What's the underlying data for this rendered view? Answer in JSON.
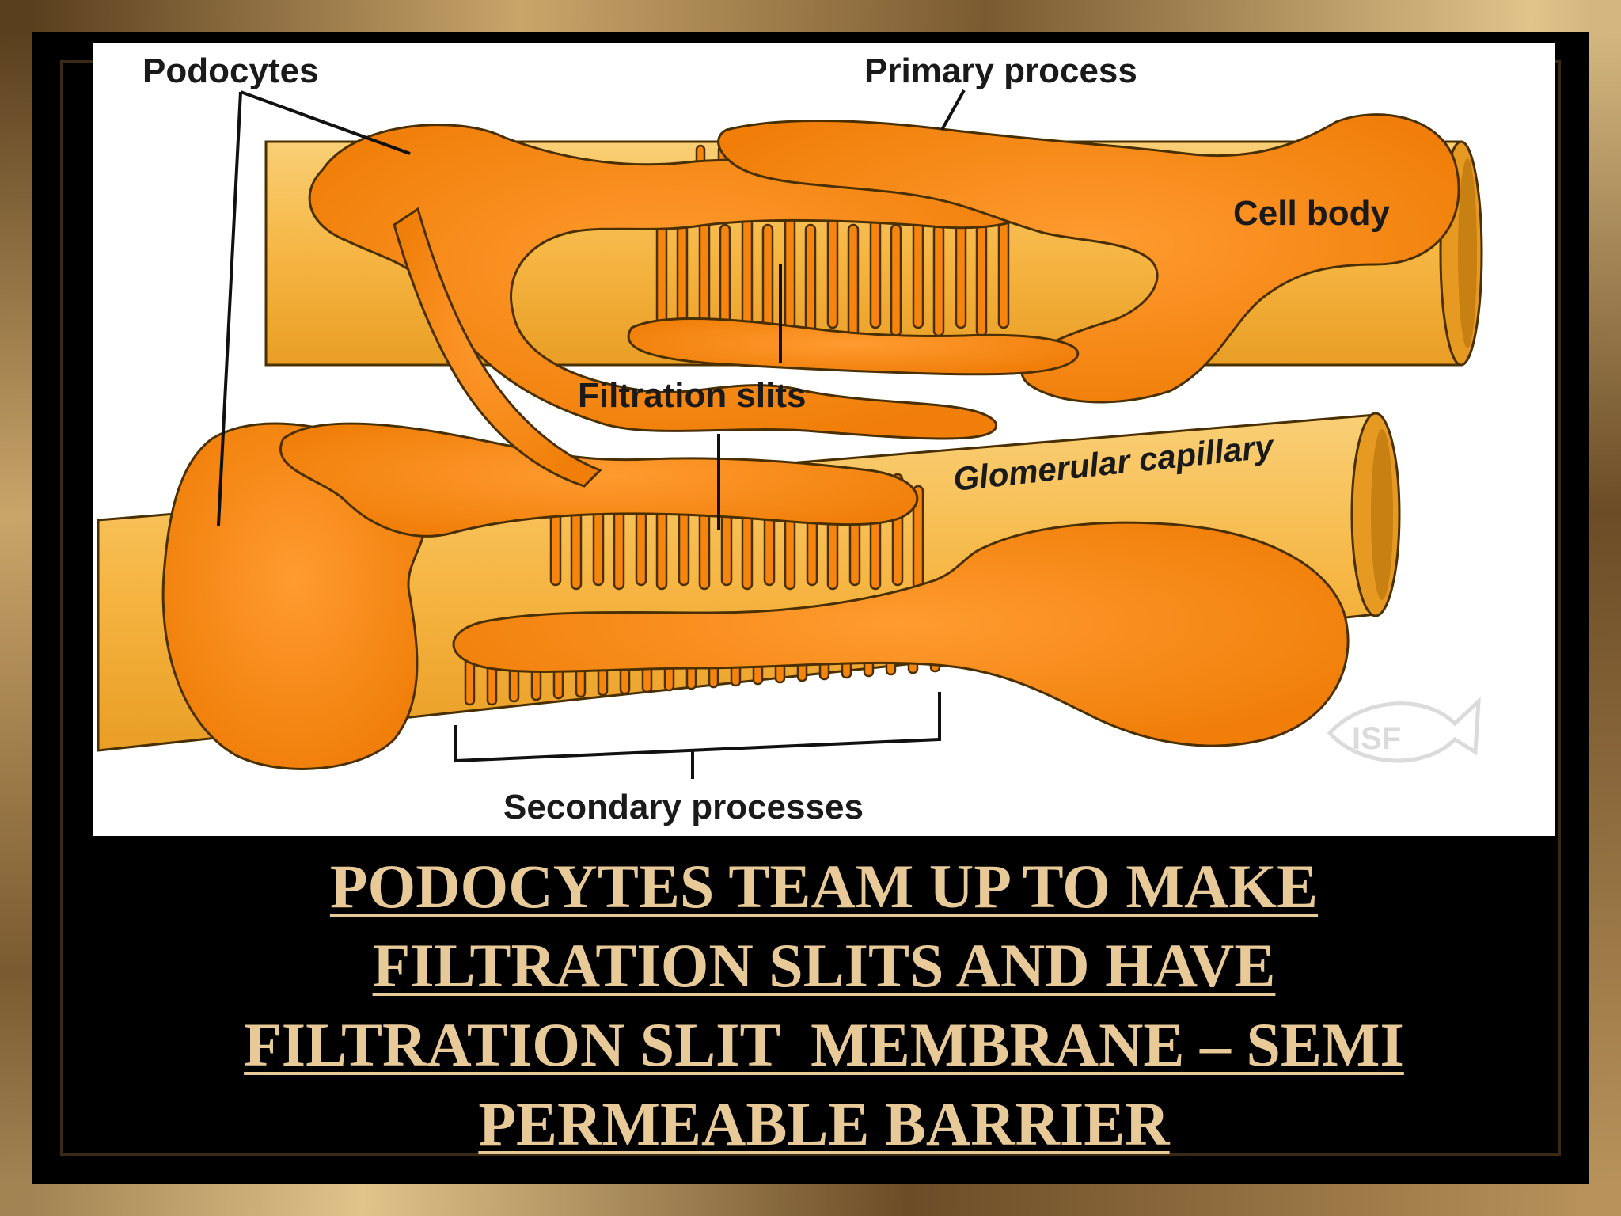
{
  "labels": {
    "podocytes": "Podocytes",
    "primary_process": "Primary process",
    "cell_body": "Cell body",
    "filtration_slits": "Filtration slits",
    "glomerular_capillary": "Glomerular capillary",
    "secondary_processes": "Secondary processes",
    "watermark": "ISF"
  },
  "caption": {
    "line1": "PODOCYTES TEAM UP TO MAKE",
    "line2": "FILTRATION SLITS AND HAVE",
    "line3": "FILTRATION SLIT  MEMBRANE – SEMI",
    "line4": "PERMEABLE BARRIER"
  },
  "colors": {
    "podocyte": "#f5850f",
    "capillary": "#f6b643",
    "caption_text": "#e8c998",
    "frame": "#8a6a3e",
    "background": "#000000"
  }
}
